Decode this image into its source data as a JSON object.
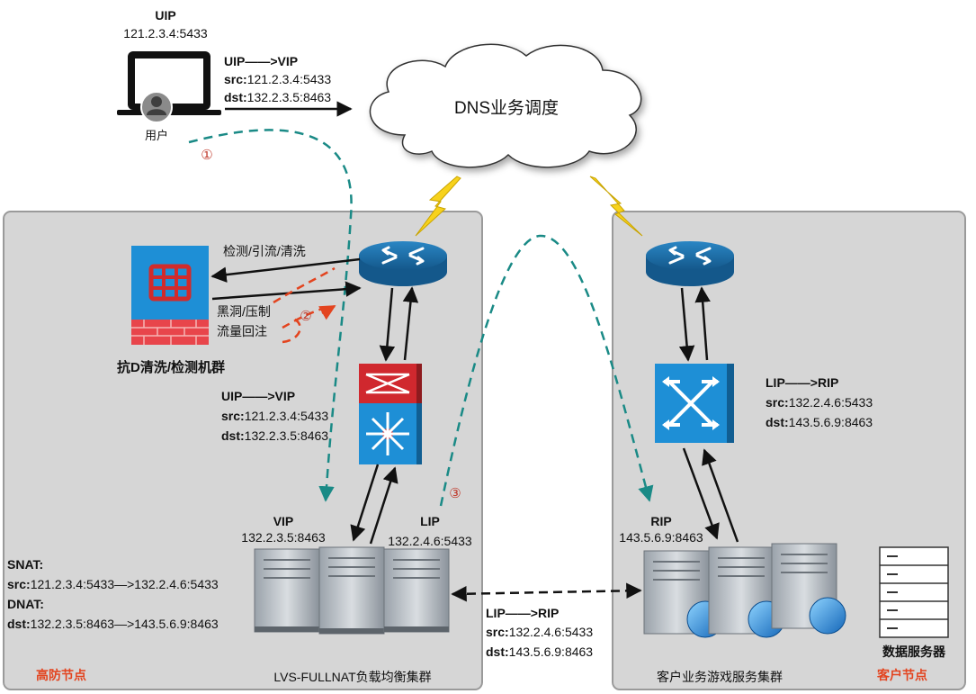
{
  "user": {
    "title": "UIP",
    "ip": "121.2.3.4:5433",
    "label": "用户"
  },
  "top_flow": {
    "title": "UIP——>VIP",
    "src_key": "src:",
    "src_val": "121.2.3.4:5433",
    "dst_key": "dst:",
    "dst_val": "132.2.3.5:8463"
  },
  "cloud": {
    "label": "DNS业务调度"
  },
  "markers": {
    "m1": "①",
    "m2": "②",
    "m3": "③"
  },
  "left_zone": {
    "label": "高防节点",
    "cluster_label": "LVS-FULLNAT负载均衡集群"
  },
  "right_zone": {
    "label": "客户节点",
    "cluster_label": "客户业务游戏服务集群"
  },
  "scrubber": {
    "label": "抗D清洗/检测机群",
    "detect": "检测/引流/清洗",
    "blackhole": "黑洞/压制",
    "reinject": "流量回注"
  },
  "mid_flow": {
    "title": "UIP——>VIP",
    "src_key": "src:",
    "src_val": "121.2.3.4:5433",
    "dst_key": "dst:",
    "dst_val": "132.2.3.5:8463"
  },
  "vip": {
    "title": "VIP",
    "ip": "132.2.3.5:8463"
  },
  "lip": {
    "title": "LIP",
    "ip": "132.2.4.6:5433"
  },
  "rip": {
    "title": "RIP",
    "ip": "143.5.6.9:8463"
  },
  "nat": {
    "snat_title": "SNAT:",
    "snat_key": "src:",
    "snat_val": "121.2.3.4:5433—>132.2.4.6:5433",
    "dnat_title": "DNAT:",
    "dnat_key": "dst:",
    "dnat_val": "132.2.3.5:8463—>143.5.6.9:8463"
  },
  "bottom_flow": {
    "title": "LIP——>RIP",
    "src_key": "src:",
    "src_val": "132.2.4.6:5433",
    "dst_key": "dst:",
    "dst_val": "143.5.6.9:8463"
  },
  "right_flow": {
    "title": "LIP——>RIP",
    "src_key": "src:",
    "src_val": "132.2.4.6:5433",
    "dst_key": "dst:",
    "dst_val": "143.5.6.9:8463"
  },
  "db": {
    "label": "数据服务器"
  },
  "colors": {
    "zone_fill": "#d6d6d6",
    "device_blue": "#1e6fa8",
    "teal_path": "#1a8a86",
    "red_text": "#e3441f",
    "marker_red": "#c0392b"
  }
}
